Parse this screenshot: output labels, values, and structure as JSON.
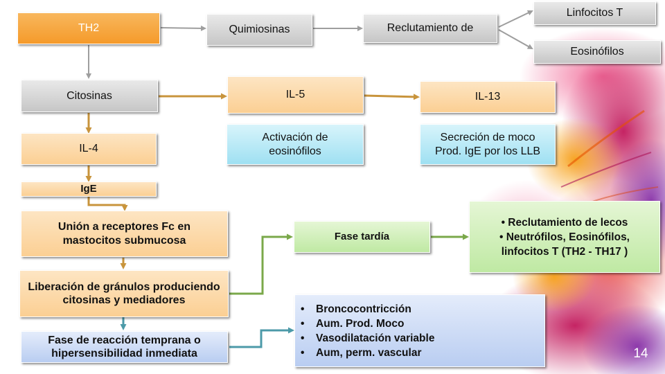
{
  "colors": {
    "connector_gray": "#9e9e9e",
    "connector_gold": "#c8943c",
    "connector_green": "#7aa84a",
    "connector_teal": "#4c9aa8",
    "orange": "#f59a2a"
  },
  "nodes": {
    "th2": "TH2",
    "quimiosinas": "Quimiosinas",
    "reclutamiento": "Reclutamiento de",
    "linfocitos_t": "Linfocitos T",
    "eosinofilos": "Eosinófilos",
    "citosinas": "Citosinas",
    "il5": "IL-5",
    "il13": "IL-13",
    "il4": "IL-4",
    "activacion": "Activación de eosinófilos",
    "secrecion_line1": "Secreción de moco",
    "secrecion_line2": "Prod. IgE por los LLB",
    "ige": "IgE",
    "union": "Unión a receptores Fc en mastocitos submucosa",
    "liberacion": "Liberación de gránulos produciendo citosinas y mediadores",
    "fase_reaccion": "Fase de reacción temprana o hipersensibilidad inmediata",
    "fase_tardia": "Fase tardía"
  },
  "late_phase_items": [
    "Reclutamiento de lecos",
    "Neutrófilos, Eosinófilos, linfocitos T (TH2 - TH17 )"
  ],
  "early_phase_items": [
    "Broncocontricción",
    "Aum. Prod. Moco",
    "Vasodilatación variable",
    "Aum, perm. vascular"
  ],
  "slide_number": "14"
}
